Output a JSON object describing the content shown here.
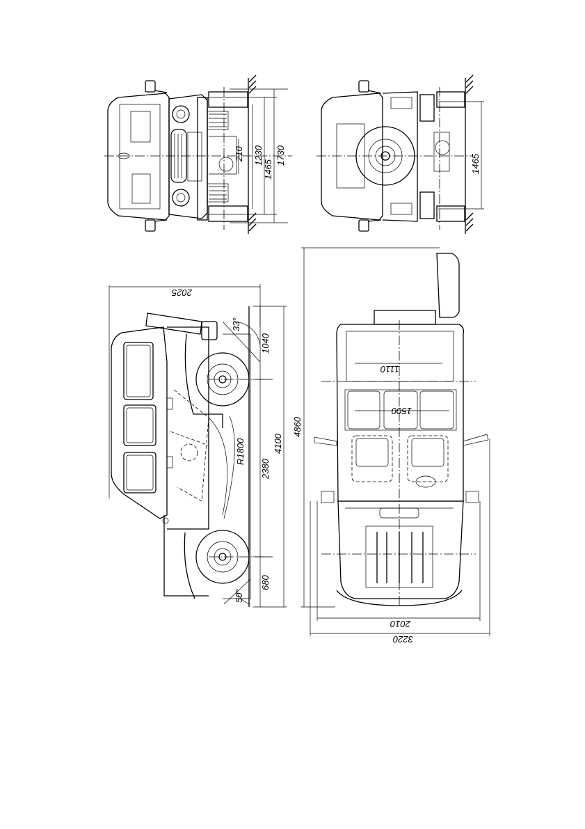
{
  "dimensions": {
    "front_track_inner": "210",
    "front_track_mid": "1230",
    "front_track": "1465",
    "front_width": "1730",
    "rear_track": "1465",
    "height": "2025",
    "roof_angle": "33°",
    "front_overhang": "1040",
    "turn_radius": "R1800",
    "wheelbase": "2380",
    "length": "4100",
    "rear_overhang": "680",
    "departure_angle": "50°",
    "interior_width": "1110",
    "seat_width": "1500",
    "length_open": "4860",
    "width": "2010",
    "width_mirrors": "3220"
  }
}
